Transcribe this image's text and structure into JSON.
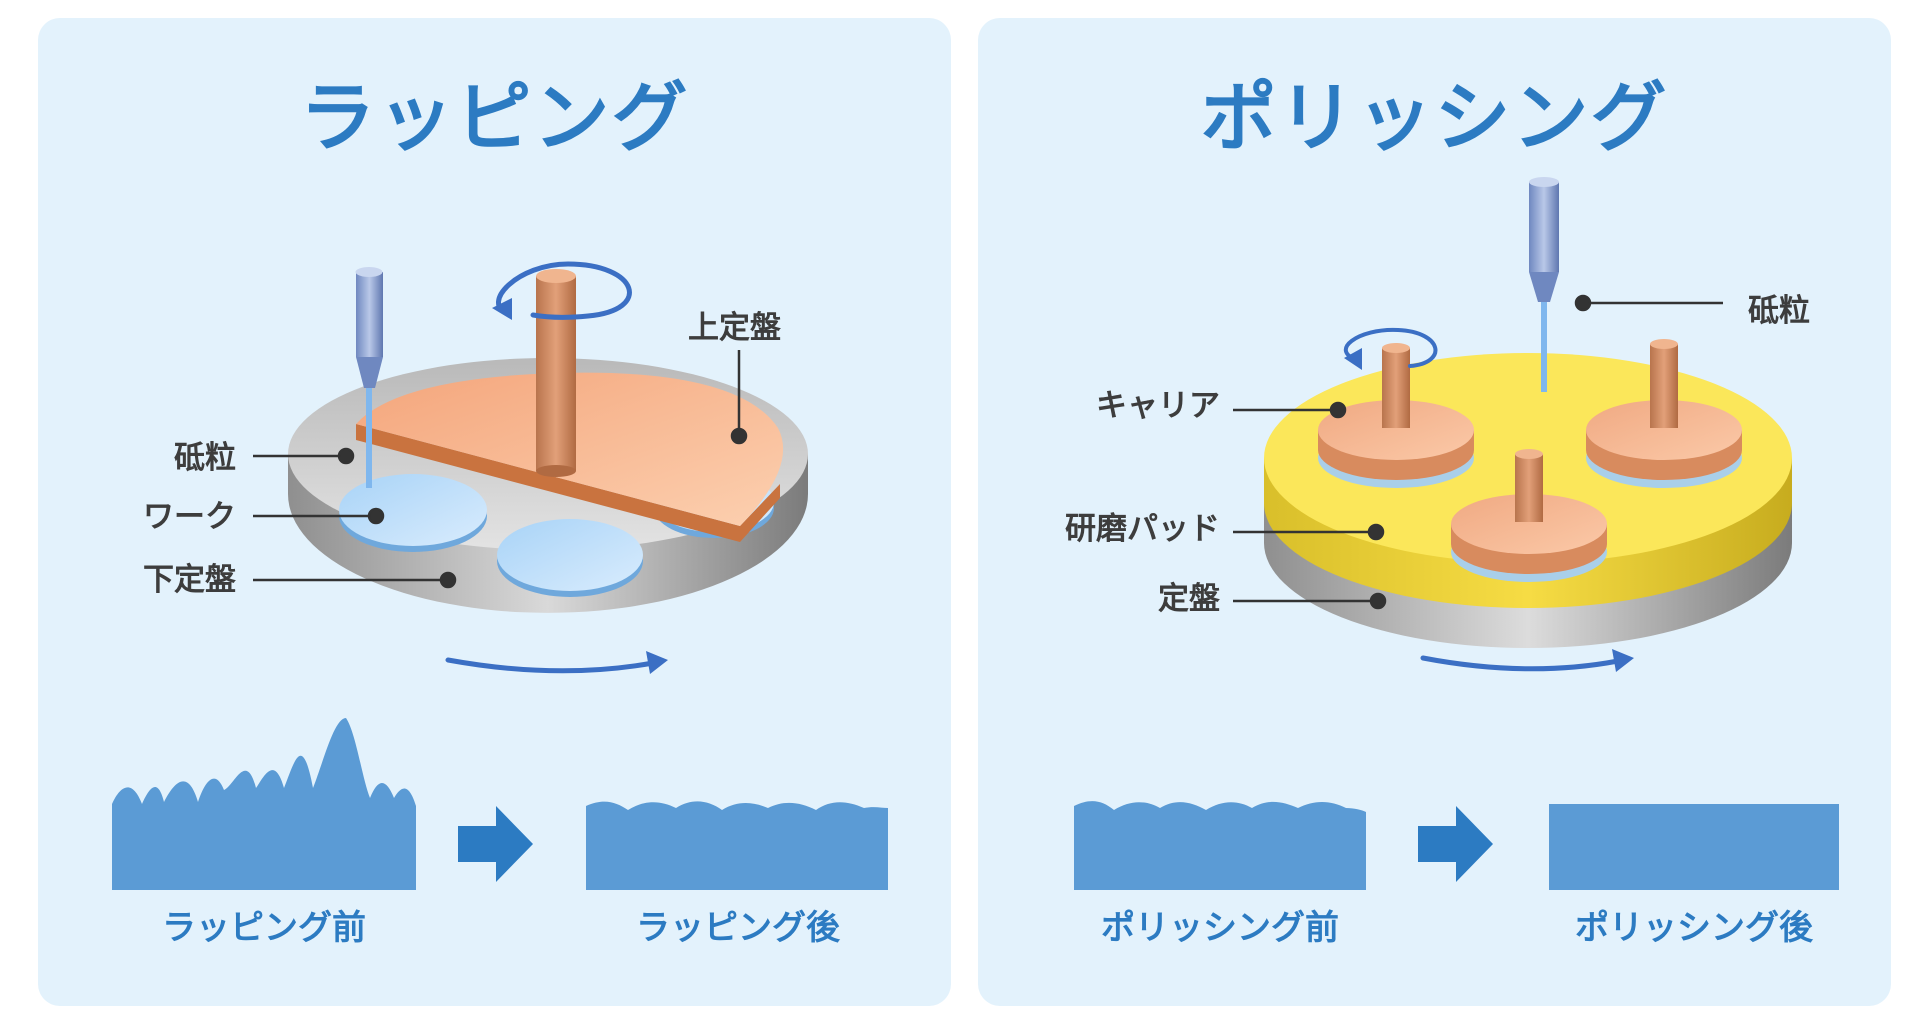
{
  "lapping": {
    "title": "ラッピング",
    "labels": {
      "upper_plate": "上定盤",
      "abrasive": "砥粒",
      "work": "ワーク",
      "lower_plate": "下定盤"
    },
    "before_caption": "ラッピング前",
    "after_caption": "ラッピング後"
  },
  "polishing": {
    "title": "ポリッシング",
    "labels": {
      "abrasive": "砥粒",
      "carrier": "キャリア",
      "pad": "研磨パッド",
      "plate": "定盤"
    },
    "before_caption": "ポリッシング前",
    "after_caption": "ポリッシング後"
  },
  "colors": {
    "panel_bg": "#e3f2fc",
    "title": "#2c7bc2",
    "label_text": "#3d3d3d",
    "arrow": "#3b6fc4",
    "profile_fill": "#5b9bd5",
    "copper": "#e8a27a",
    "pad_yellow": "#fbe75a",
    "plate_gray": "#c9c9c9",
    "wafer_blue": "#bfe0fb"
  },
  "icons": {
    "rotation": "rotation-arrow-icon",
    "transition": "right-arrow-icon"
  }
}
